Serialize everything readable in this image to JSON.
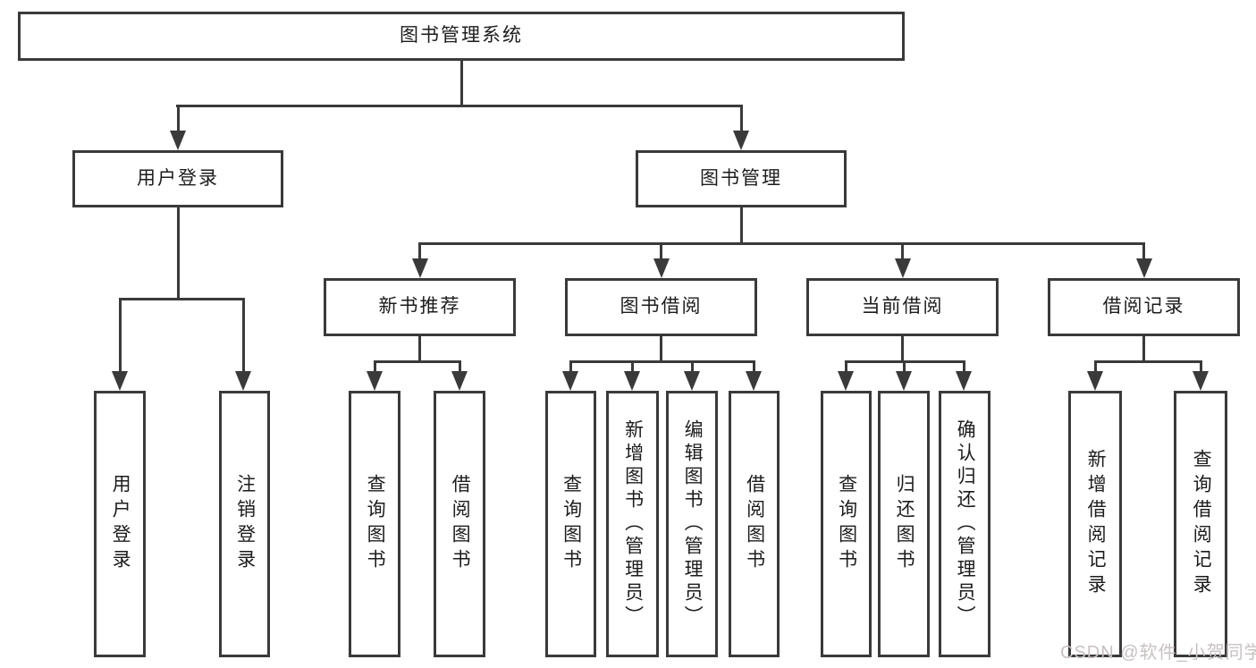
{
  "nodes": {
    "root": "图书管理系统",
    "user_login": "用户登录",
    "book_mgmt": "图书管理",
    "new_book_rec": "新书推荐",
    "book_borrow": "图书借阅",
    "current_borrow": "当前借阅",
    "borrow_records": "借阅记录"
  },
  "leaves": {
    "user_login": "用户登录",
    "logout": "注销登录",
    "query_book_1": "查询图书",
    "borrow_book_1": "借阅图书",
    "query_book_2": "查询图书",
    "add_book": "新增图书（管理员）",
    "edit_book": "编辑图书（管理员）",
    "borrow_book_2": "借阅图书",
    "query_book_3": "查询图书",
    "return_book": "归还图书",
    "confirm_return": "确认归还（管理员）",
    "add_record": "新增借阅记录",
    "query_record": "查询借阅记录"
  },
  "hierarchy": {
    "图书管理系统": {
      "用户登录": [
        "用户登录",
        "注销登录"
      ],
      "图书管理": {
        "新书推荐": [
          "查询图书",
          "借阅图书"
        ],
        "图书借阅": [
          "查询图书",
          "新增图书（管理员）",
          "编辑图书（管理员）",
          "借阅图书"
        ],
        "当前借阅": [
          "查询图书",
          "归还图书",
          "确认归还（管理员）"
        ],
        "借阅记录": [
          "新增借阅记录",
          "查询借阅记录"
        ]
      }
    }
  },
  "watermark": "CSDN @软件_小贺同学",
  "colors": {
    "line": "#3a3a3a",
    "text": "#1c1c1c",
    "background": "#ffffff",
    "watermark": "#c8c1c1"
  }
}
